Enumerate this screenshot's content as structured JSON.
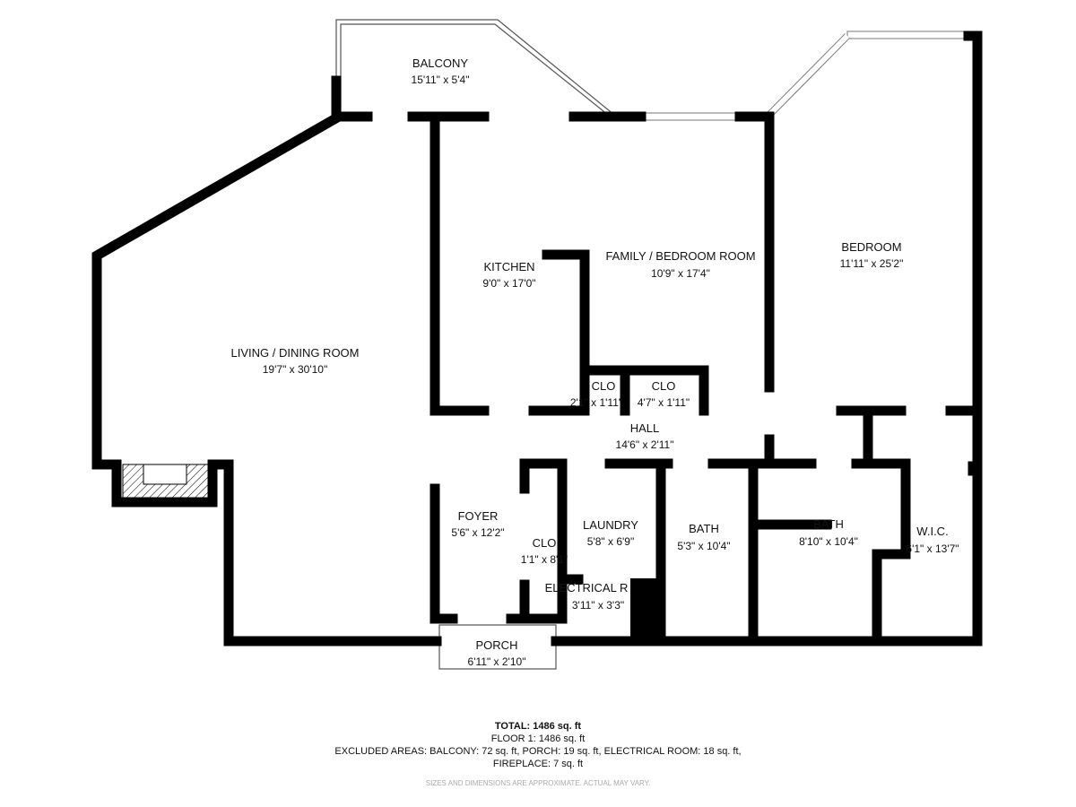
{
  "rooms": {
    "balcony": {
      "name": "BALCONY",
      "dims": "15'11\" x 5'4\""
    },
    "living": {
      "name": "LIVING / DINING ROOM",
      "dims": "19'7\" x 30'10\""
    },
    "kitchen": {
      "name": "KITCHEN",
      "dims": "9'0\" x 17'0\""
    },
    "family": {
      "name": "FAMILY / BEDROOM ROOM",
      "dims": "10'9\" x 17'4\""
    },
    "bedroom": {
      "name": "BEDROOM",
      "dims": "11'11\" x 25'2\""
    },
    "clo1": {
      "name": "CLO",
      "dims": "2'1\" x 1'11\""
    },
    "clo2": {
      "name": "CLO",
      "dims": "4'7\" x 1'11\""
    },
    "hall": {
      "name": "HALL",
      "dims": "14'6\" x 2'11\""
    },
    "foyer": {
      "name": "FOYER",
      "dims": "5'6\" x 12'2\""
    },
    "clo3": {
      "name": "CLO",
      "dims": "1'1\" x 8'1\""
    },
    "laundry": {
      "name": "LAUNDRY",
      "dims": "5'8\" x 6'9\""
    },
    "electrical": {
      "name": "ELECTRICAL R",
      "dims": "3'11\" x 3'3\""
    },
    "bath1": {
      "name": "BATH",
      "dims": "5'3\" x 10'4\""
    },
    "bath2": {
      "name": "BATH",
      "dims": "8'10\" x 10'4\""
    },
    "wic": {
      "name": "W.I.C.",
      "dims": "6'1\" x 13'7\""
    },
    "porch": {
      "name": "PORCH",
      "dims": "6'11\" x 2'10\""
    }
  },
  "summary": {
    "total": "TOTAL: 1486 sq. ft",
    "floor1": "FLOOR 1: 1486 sq. ft",
    "excluded": "EXCLUDED AREAS: BALCONY: 72 sq. ft, PORCH: 19 sq. ft, ELECTRICAL ROOM: 18 sq. ft,",
    "excluded2": "FIREPLACE: 7 sq. ft",
    "disclaimer": "SIZES AND DIMENSIONS ARE APPROXIMATE. ACTUAL MAY VARY."
  }
}
